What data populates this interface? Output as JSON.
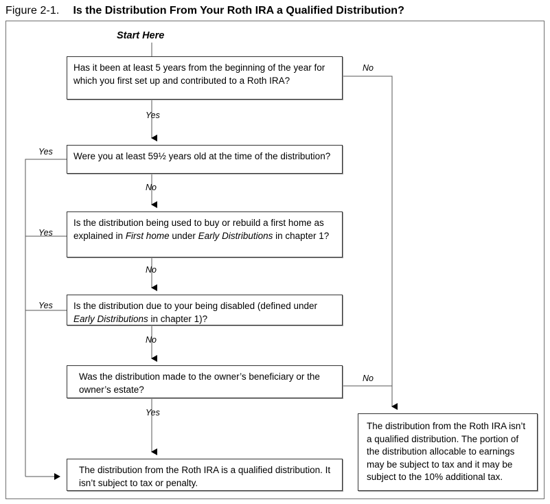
{
  "figure": {
    "label": "Figure 2-1.",
    "caption": "Is the Distribution From Your Roth IRA a Qualified Distribution?",
    "start_label": "Start Here"
  },
  "nodes": {
    "five_year": {
      "id": "five-year-test",
      "text": "Has it been at least 5 years from the beginning of the year for which you first set up and contributed to a Roth IRA?"
    },
    "age_59h": {
      "id": "age-59-and-a-half-test",
      "text": "Were you at least 59½ years old at the time of the distribution?"
    },
    "first_home": {
      "id": "first-home-test",
      "text_part1": "Is the distribution being used to buy or rebuild a first home as explained in ",
      "text_italic1": "First home",
      "text_part2": " under ",
      "text_italic2": "Early Distributions",
      "text_part3": " in chapter 1?"
    },
    "disabled": {
      "id": "disabled-test",
      "text_part1": "Is the distribution due to your being disabled (defined under ",
      "text_italic1": "Early Distributions",
      "text_part2": " in chapter 1)?"
    },
    "beneficiary": {
      "id": "beneficiary-or-estate-test",
      "text": "Was the distribution made to the owner’s beneficiary or the owner’s estate?"
    },
    "qualified": {
      "id": "qualified-outcome",
      "text": "The distribution from the Roth IRA is a qualified distribution. It isn’t subject to tax or penalty."
    },
    "not_qualified": {
      "id": "not-qualified-outcome",
      "text": "The distribution from the Roth IRA isn’t a qualified distribution. The portion of the distribution allocable to earnings may be subject to tax and it may be subject to the 10% additional tax."
    }
  },
  "edges": {
    "no_1": "No",
    "yes_1": "Yes",
    "yes_2": "Yes",
    "no_2": "No",
    "yes_3": "Yes",
    "no_3": "No",
    "yes_4": "Yes",
    "no_4": "No",
    "no_5": "No",
    "yes_5": "Yes"
  },
  "colors": {
    "line": "#555555",
    "frame": "#6e6e6e",
    "text": "#000000",
    "background": "#ffffff"
  }
}
